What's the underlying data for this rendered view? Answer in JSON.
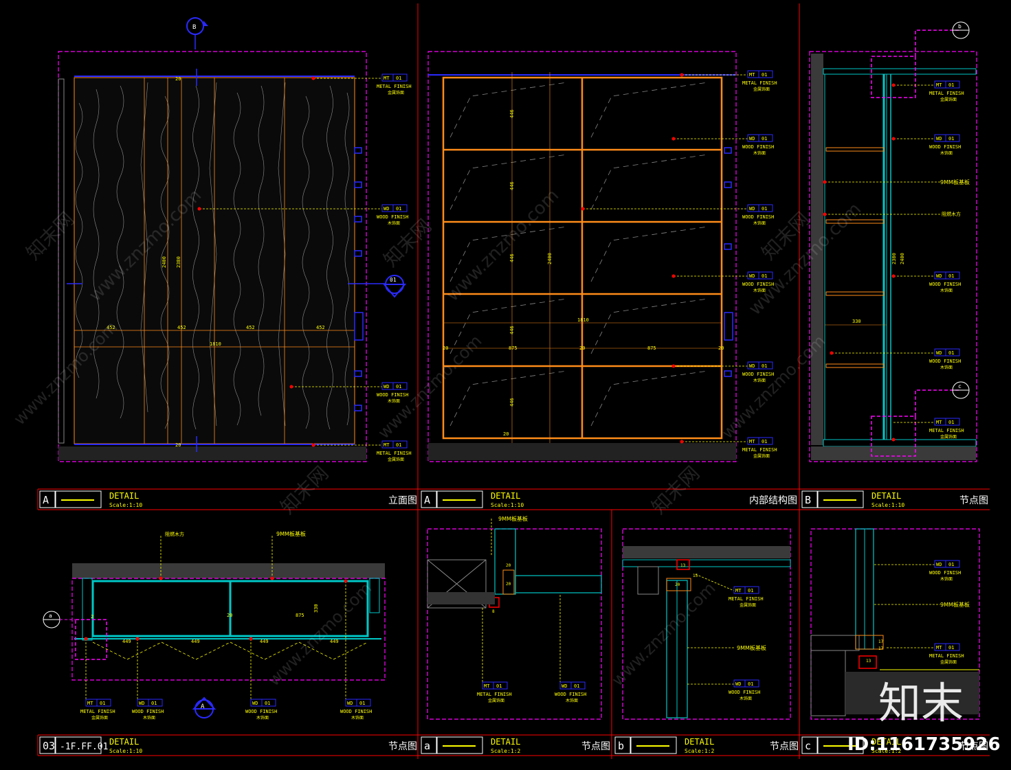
{
  "watermarks": {
    "site": "www.znzmo.com",
    "brand": "知末网",
    "logo": "知末",
    "id": "ID:1161735926"
  },
  "title_blocks": [
    {
      "tag": "A",
      "detail": "DETAIL",
      "scale": "Scale:1:10",
      "name": "立面图"
    },
    {
      "tag": "A",
      "detail": "DETAIL",
      "scale": "Scale:1:10",
      "name": "内部结构图"
    },
    {
      "tag": "B",
      "detail": "DETAIL",
      "scale": "Scale:1:10",
      "name": "节点图"
    },
    {
      "tag": "03",
      "sub": "-1F.FF.01",
      "detail": "DETAIL",
      "scale": "Scale:1:10",
      "name": "节点图"
    },
    {
      "tag": "a",
      "detail": "DETAIL",
      "scale": "Scale:1:2",
      "name": "节点图"
    },
    {
      "tag": "b",
      "detail": "DETAIL",
      "scale": "Scale:1:2",
      "name": "节点图"
    },
    {
      "tag": "c",
      "detail": "DETAIL",
      "scale": "Scale:1:2",
      "name": "节点图"
    }
  ],
  "callouts": {
    "mt01": {
      "code": "MT",
      "num": "01",
      "en": "METAL FINISH",
      "cn": "金属饰面"
    },
    "wd01": {
      "code": "WD",
      "num": "01",
      "en": "WOOD FINISH",
      "cn": "木饰面"
    },
    "board": "9MM板基板",
    "wood_keel": "阻燃木方"
  },
  "markers": {
    "B": "B",
    "b": "b",
    "c": "c",
    "a": "a",
    "A": "A",
    "01": "01"
  },
  "dims": {
    "elev_width": "1810",
    "elev_heights": [
      "2400",
      "2380"
    ],
    "elev_panels": [
      "452",
      "452",
      "452",
      "452"
    ],
    "elev_edge": "20",
    "inner_width": "1810",
    "inner_height": "2400",
    "inner_cols": [
      "20",
      "875",
      "20",
      "875",
      "20"
    ],
    "inner_rows": [
      "446",
      "20"
    ],
    "side_depth": "330",
    "side_heights": [
      "2380",
      "2400"
    ],
    "plan_depth": "330",
    "plan_width": "875",
    "plan_panels": [
      "449",
      "449",
      "449",
      "449"
    ],
    "small": [
      "20",
      "13",
      "8",
      "15",
      "17",
      "2"
    ]
  },
  "colors": {
    "bg": "#000000",
    "frame": "#ff00ff",
    "red": "#ff0000",
    "yellow": "#ffff00",
    "blue": "#2a2aff",
    "orange": "#ff8c1a",
    "cyan": "#00c8c8",
    "white": "#ffffff"
  }
}
